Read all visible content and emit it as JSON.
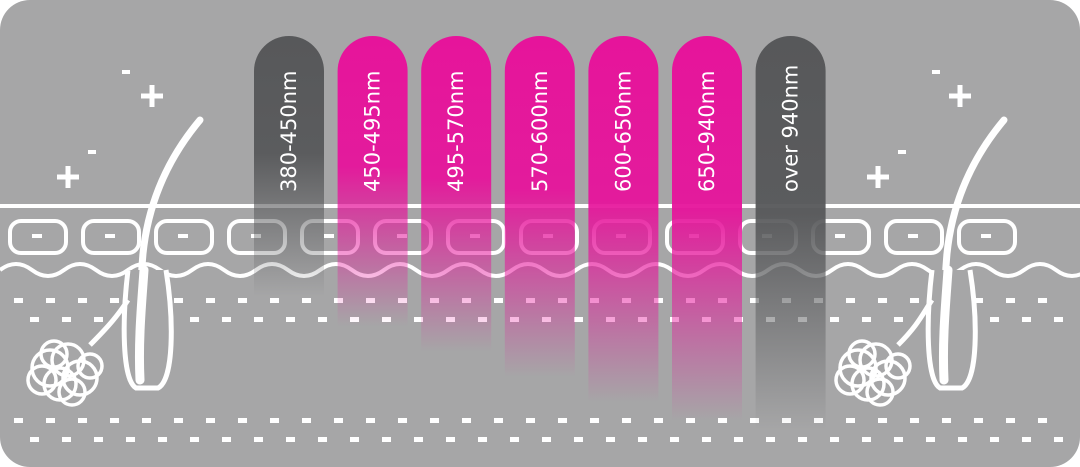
{
  "colors": {
    "panel": "#a6a6a7",
    "line": "#ffffff",
    "beam_pink": "#e6149b",
    "beam_dark": "#57585a"
  },
  "icons": {
    "sparkle": "plus-minus-sparkle-icon",
    "hair": "hair-follicle-icon",
    "gland": "sebaceous-gland-icon"
  },
  "beams": [
    {
      "label": "380-450nm",
      "color": "dark",
      "depth": 0.42
    },
    {
      "label": "450-495nm",
      "color": "pink",
      "depth": 0.55
    },
    {
      "label": "495-570nm",
      "color": "pink",
      "depth": 0.66
    },
    {
      "label": "570-600nm",
      "color": "pink",
      "depth": 0.77
    },
    {
      "label": "600-650nm",
      "color": "pink",
      "depth": 0.88
    },
    {
      "label": "650-940nm",
      "color": "pink",
      "depth": 0.96
    },
    {
      "label": "over 940nm",
      "color": "dark",
      "depth": 1.0
    }
  ]
}
